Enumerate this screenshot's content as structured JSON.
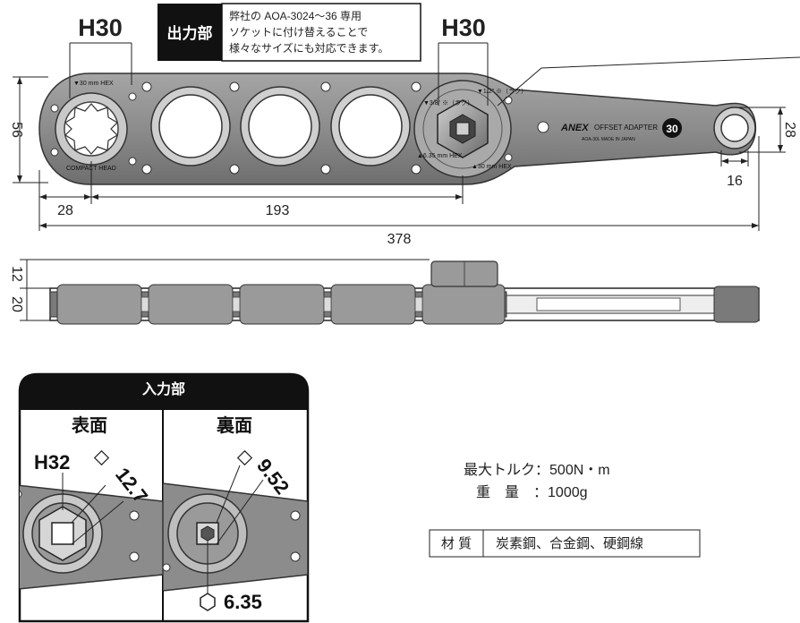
{
  "top_labels": {
    "left_hex": "H30",
    "right_hex": "H30"
  },
  "output_callout": {
    "title": "出力部",
    "lines": [
      "弊社の AOA-3024〜36 専用",
      "ソケットに付け替えることで",
      "様々なサイズにも対応できます。"
    ]
  },
  "dimensions": {
    "height_left": "56",
    "width_socket": "28",
    "center_distance": "193",
    "overall": "378",
    "small_socket_height": "28",
    "small_socket_width": "16",
    "side_thickness_top": "12",
    "side_thickness_bottom": "20"
  },
  "tool_markings": {
    "left_socket_top": "▼30 mm HEX",
    "left_socket_bottom": "COMPACT HEAD",
    "right_top_left": "▼3/8\" ※（ラク）",
    "right_top_right": "▼1/2\" ※（ラク）",
    "right_bottom_left": "▲6.35 mm HEX",
    "right_bottom_right": "▲30 mm HEX",
    "brand": "ANEX",
    "product": "OFFSET ADAPTER",
    "model": "AOA-30L  MADE IN JAPAN",
    "size_badge": "30"
  },
  "input_section": {
    "title": "入力部",
    "front": {
      "label": "表面",
      "hex": "H32",
      "square": "12.7"
    },
    "back": {
      "label": "裏面",
      "square": "9.52",
      "hex": "6.35"
    }
  },
  "specs": {
    "torque_label": "最大トルク：",
    "torque_value": "500N・m",
    "weight_label": "重　量　：",
    "weight_value": "1000g",
    "material_label": "材 質",
    "material_value": "炭素鋼、合金鋼、硬鋼線"
  },
  "colors": {
    "body": "#8e8e8e",
    "body_dark": "#5a5a5a",
    "black": "#111111",
    "white": "#ffffff"
  }
}
